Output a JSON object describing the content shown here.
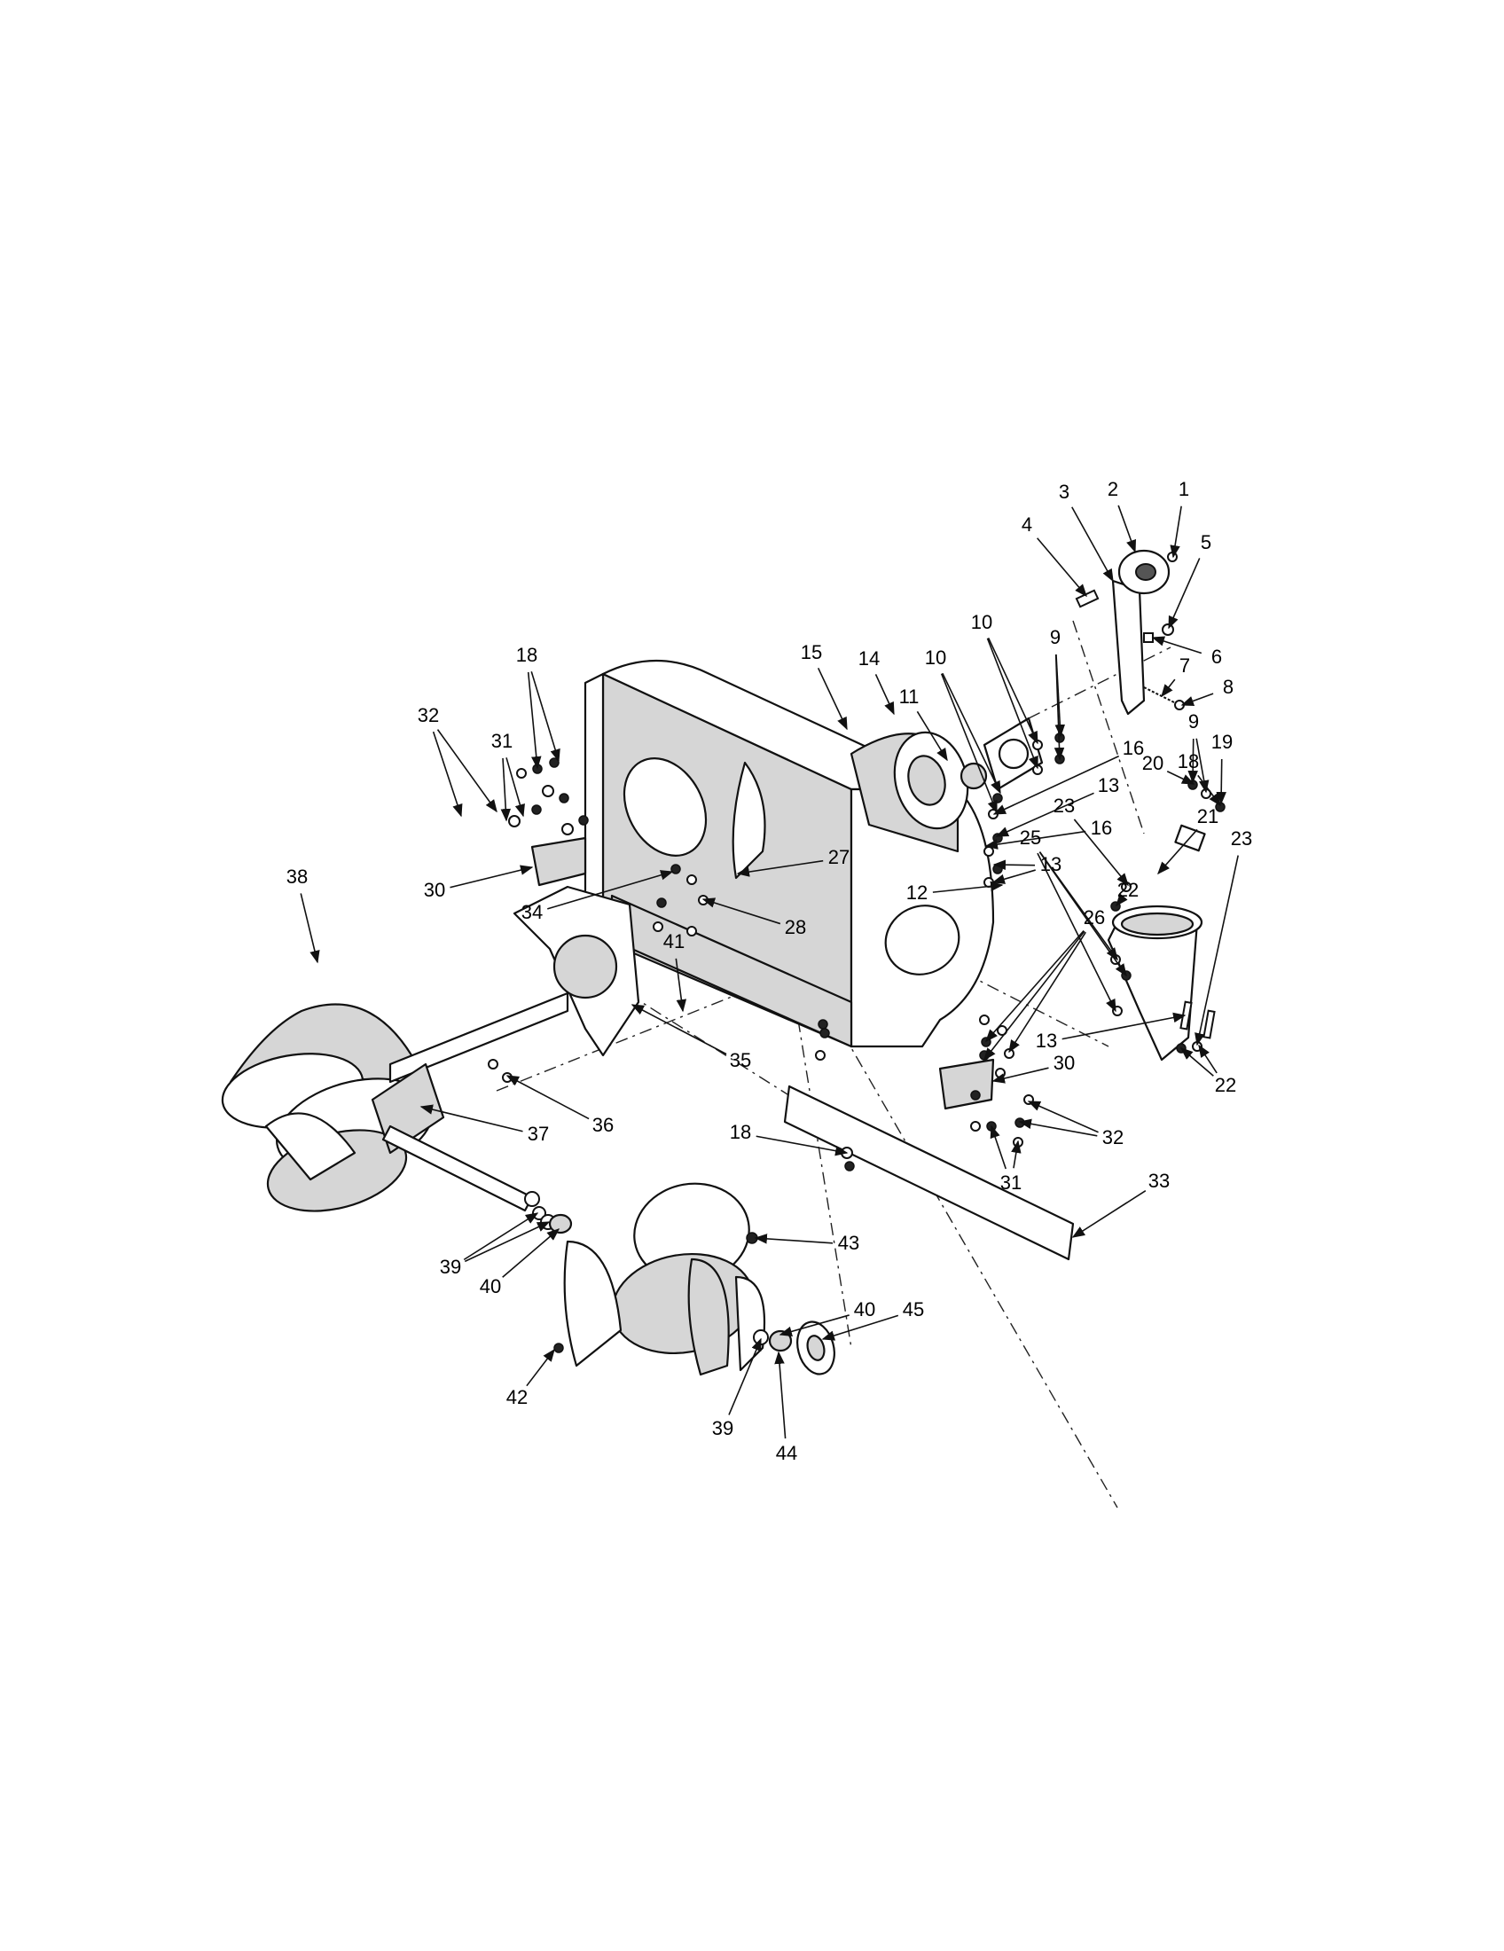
{
  "diagram": {
    "callout_numbers": [
      "1",
      "2",
      "3",
      "4",
      "5",
      "6",
      "7",
      "8",
      "9",
      "9",
      "10",
      "10",
      "11",
      "12",
      "13",
      "13",
      "13",
      "14",
      "15",
      "16",
      "16",
      "18",
      "18",
      "18",
      "19",
      "20",
      "21",
      "22",
      "22",
      "23",
      "23",
      "25",
      "26",
      "27",
      "28",
      "30",
      "30",
      "31",
      "31",
      "32",
      "32",
      "33",
      "34",
      "35",
      "36",
      "37",
      "38",
      "39",
      "39",
      "40",
      "40",
      "41",
      "42",
      "43",
      "44",
      "45"
    ]
  }
}
